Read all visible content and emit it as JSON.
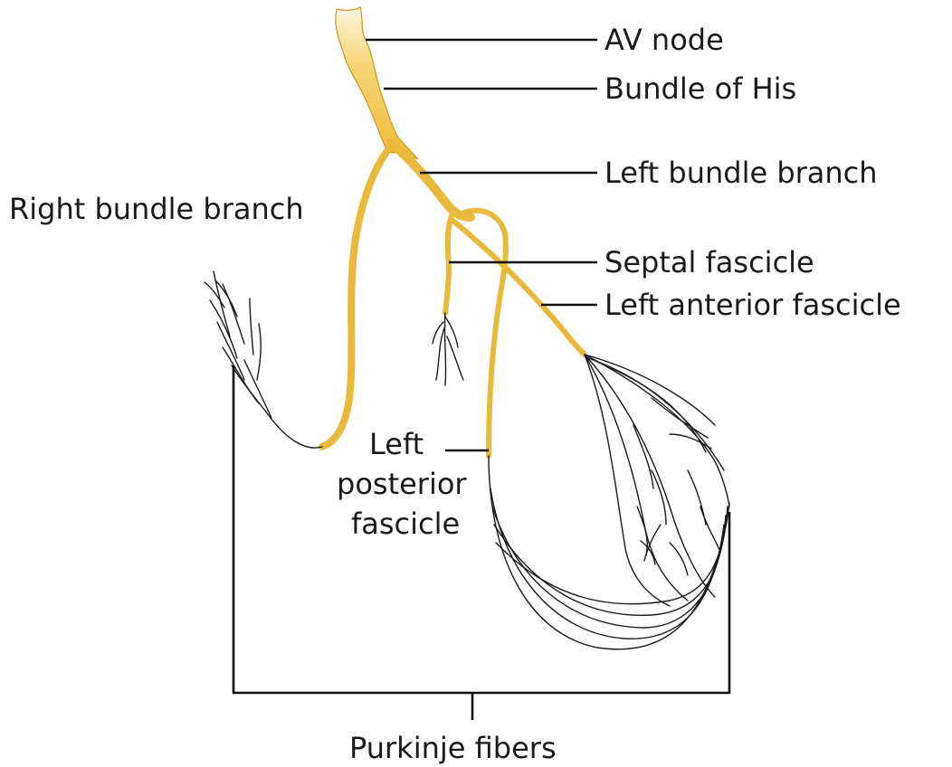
{
  "labels": {
    "av_node": "AV node",
    "bundle_of_his": "Bundle of His",
    "left_bundle_branch": "Left bundle branch",
    "right_bundle_branch": "Right bundle branch",
    "septal_fascicle": "Septal fascicle",
    "left_anterior_fascicle": "Left anterior fascicle",
    "left_posterior_fascicle_line1": "Left",
    "left_posterior_fascicle_line2": "posterior",
    "left_posterior_fascicle_line3": "fascicle",
    "purkinje_fibers": "Purkinje fibers"
  },
  "colors": {
    "conduction_light": "#fbf0d2",
    "conduction_dark": "#f2c14a",
    "lines": "#111111"
  }
}
